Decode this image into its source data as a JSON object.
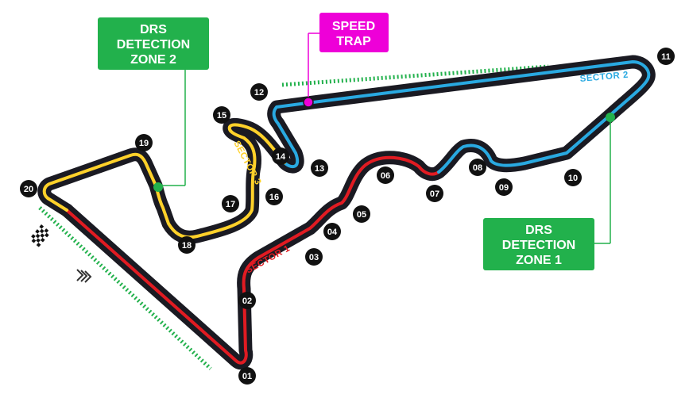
{
  "colors": {
    "track_outline": "#1a1a22",
    "sector_1": "#e11b22",
    "sector_2": "#29a9e1",
    "sector_3": "#ffd12a",
    "drs": "#22b14c",
    "speed_trap": "#ee00d8",
    "corner_badge": "#111111"
  },
  "sectors": [
    {
      "id": "s1",
      "label": "SECTOR 1"
    },
    {
      "id": "s2",
      "label": "SECTOR 2"
    },
    {
      "id": "s3",
      "label": "SECTOR 3"
    }
  ],
  "corners": [
    "01",
    "02",
    "03",
    "04",
    "05",
    "06",
    "07",
    "08",
    "09",
    "10",
    "11",
    "12",
    "13",
    "14",
    "15",
    "16",
    "17",
    "18",
    "19",
    "20"
  ],
  "callouts": {
    "drs_zone_2": {
      "lines": [
        "DRS",
        "DETECTION",
        "ZONE 2"
      ]
    },
    "drs_zone_1": {
      "lines": [
        "DRS",
        "DETECTION",
        "ZONE 1"
      ]
    },
    "speed_trap": {
      "lines": [
        "SPEED",
        "TRAP"
      ]
    }
  },
  "icons": [
    "checkered-flag-icon",
    "direction-chevrons-icon"
  ]
}
